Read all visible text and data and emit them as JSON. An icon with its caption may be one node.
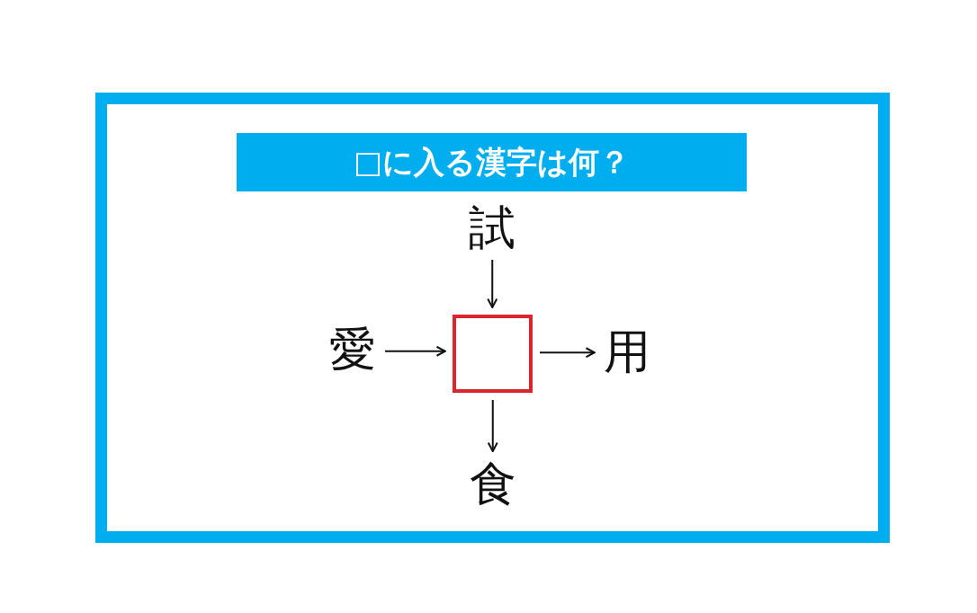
{
  "diagram": {
    "title": "□に入る漢字は何？",
    "nodes": [
      {
        "text": [
          "試"
        ]
      },
      {
        "text": [
          "愛"
        ]
      },
      {
        "text": [],
        "shape": "box"
      },
      {
        "text": [
          "用"
        ]
      },
      {
        "text": [
          "食"
        ]
      }
    ],
    "edges": [
      {
        "from": 0,
        "to": 2,
        "arrow": "to"
      },
      {
        "from": 1,
        "to": 2,
        "arrow": "to"
      },
      {
        "from": 2,
        "to": 3,
        "arrow": "to"
      },
      {
        "from": 2,
        "to": 4,
        "arrow": "to"
      }
    ]
  }
}
